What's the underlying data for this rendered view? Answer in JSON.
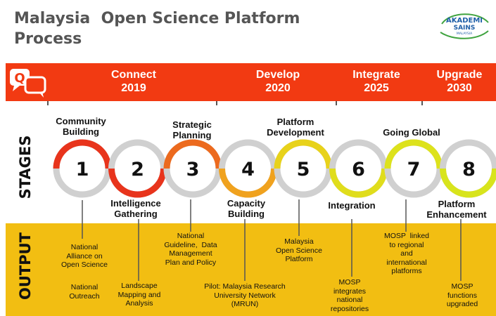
{
  "header": {
    "title_line1": "Malaysia  Open Science Platform",
    "title_line2": "Process",
    "logo_line1": "AKADEMI",
    "logo_line2": "SAINS",
    "logo_line3": "MALAYSIA"
  },
  "phases": [
    {
      "name": "Connect",
      "year": "2019"
    },
    {
      "name": "Develop",
      "year": "2020"
    },
    {
      "name": "Integrate",
      "year": "2025"
    },
    {
      "name": "Upgrade",
      "year": "2030"
    }
  ],
  "section_labels": {
    "stages": "STAGES",
    "output": "OUTPUT"
  },
  "stages": [
    {
      "number": "1",
      "label_line1": "Community",
      "label_line2": "Building",
      "color": "#e8341c"
    },
    {
      "number": "2",
      "label_line1": "Intelligence",
      "label_line2": "Gathering",
      "color": "#e8341c"
    },
    {
      "number": "3",
      "label_line1": "Strategic",
      "label_line2": "Planning",
      "color": "#ec6a1e"
    },
    {
      "number": "4",
      "label_line1": "Capacity",
      "label_line2": "Building",
      "color": "#f0a21e"
    },
    {
      "number": "5",
      "label_line1": "Platform",
      "label_line2": "Development",
      "color": "#e8d21a"
    },
    {
      "number": "6",
      "label_line1": "Integration",
      "label_line2": "",
      "color": "#e0dd1c"
    },
    {
      "number": "7",
      "label_line1": "Going Global",
      "label_line2": "",
      "color": "#dde21c"
    },
    {
      "number": "8",
      "label_line1": "Platform",
      "label_line2": "Enhancement",
      "color": "#d8e41c"
    }
  ],
  "outputs": [
    {
      "lines": [
        "National",
        "Alliance on",
        "Open Science"
      ]
    },
    {
      "lines": [
        "National",
        "Outreach"
      ]
    },
    {
      "lines": [
        "Landscape",
        "Mapping and",
        "Analysis"
      ]
    },
    {
      "lines": [
        "National",
        "Guideline,  Data",
        "Management",
        "Plan and Policy"
      ]
    },
    {
      "lines": [
        "Pilot: Malaysia Research",
        "University Network",
        "(MRUN)"
      ]
    },
    {
      "lines": [
        "Malaysia",
        "Open Science",
        "Platform"
      ]
    },
    {
      "lines": [
        "MOSP",
        "integrates",
        "national",
        "repositories"
      ]
    },
    {
      "lines": [
        "MOSP  linked",
        "to regional",
        "and",
        "international",
        "platforms"
      ]
    },
    {
      "lines": [
        "MOSP",
        "functions",
        "upgraded"
      ]
    }
  ],
  "colors": {
    "banner": "#f23a12",
    "output_band": "#f2be12",
    "ring_gray": "#d0d0d0",
    "title": "#555555"
  }
}
